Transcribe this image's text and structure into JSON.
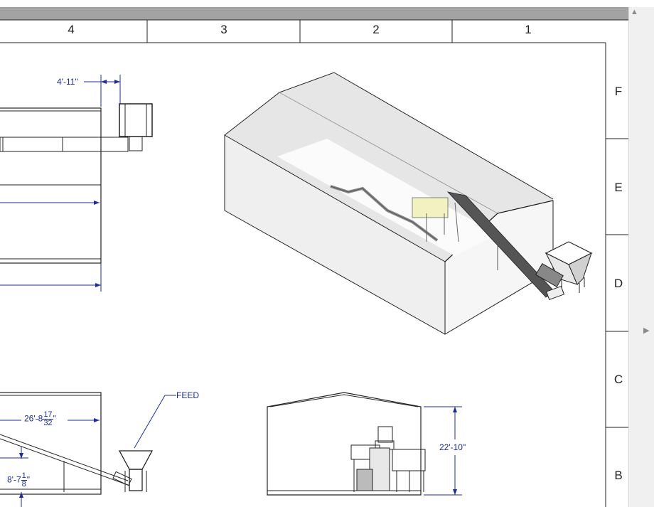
{
  "border": {
    "columns": [
      "4",
      "3",
      "2",
      "1"
    ],
    "rows": [
      "F",
      "E",
      "D",
      "C",
      "B"
    ]
  },
  "dimensions": {
    "width_top": "4'-11\"",
    "run_length": {
      "whole": "26'-8",
      "num": "17",
      "den": "32",
      "unit": "\""
    },
    "drop": {
      "whole": "8'-7",
      "num": "1",
      "den": "8",
      "unit": "\""
    },
    "height": "22'-10\""
  },
  "callouts": {
    "feed": "FEED"
  },
  "colors": {
    "dimension": "#1b2ba8",
    "frame": "#222222",
    "toolbar": "#a3a3a3"
  }
}
